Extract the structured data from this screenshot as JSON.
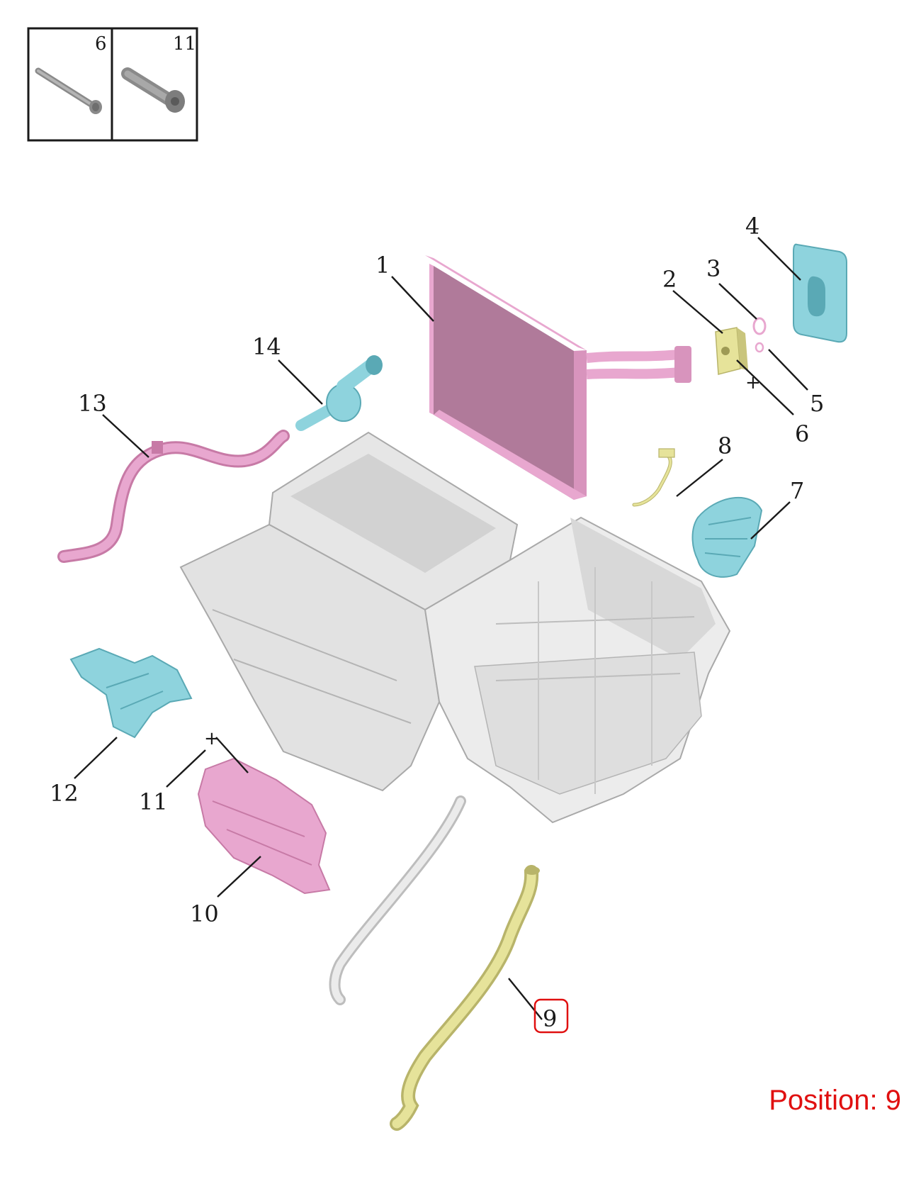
{
  "colors": {
    "pink": "#e8a7cf",
    "pink_dark": "#c77aa6",
    "cyan": "#8ed3dd",
    "cyan_dark": "#5aa9b5",
    "yellow": "#e6e39a",
    "yellow_dark": "#b8b46a",
    "gray": "#dcdcdc",
    "gray_dark": "#a9a9a9",
    "highlight": "#e01010",
    "position_text": "#e01010"
  },
  "inset": {
    "left_label": "6",
    "right_label": "11"
  },
  "callouts": {
    "c1": "1",
    "c2": "2",
    "c3": "3",
    "c4": "4",
    "c5": "5",
    "c6": "6",
    "c7": "7",
    "c8": "8",
    "c9": "9",
    "c10": "10",
    "c11": "11",
    "c12": "12",
    "c13": "13",
    "c14": "14"
  },
  "highlighted_callout": "9",
  "position_label": "Position: 9"
}
